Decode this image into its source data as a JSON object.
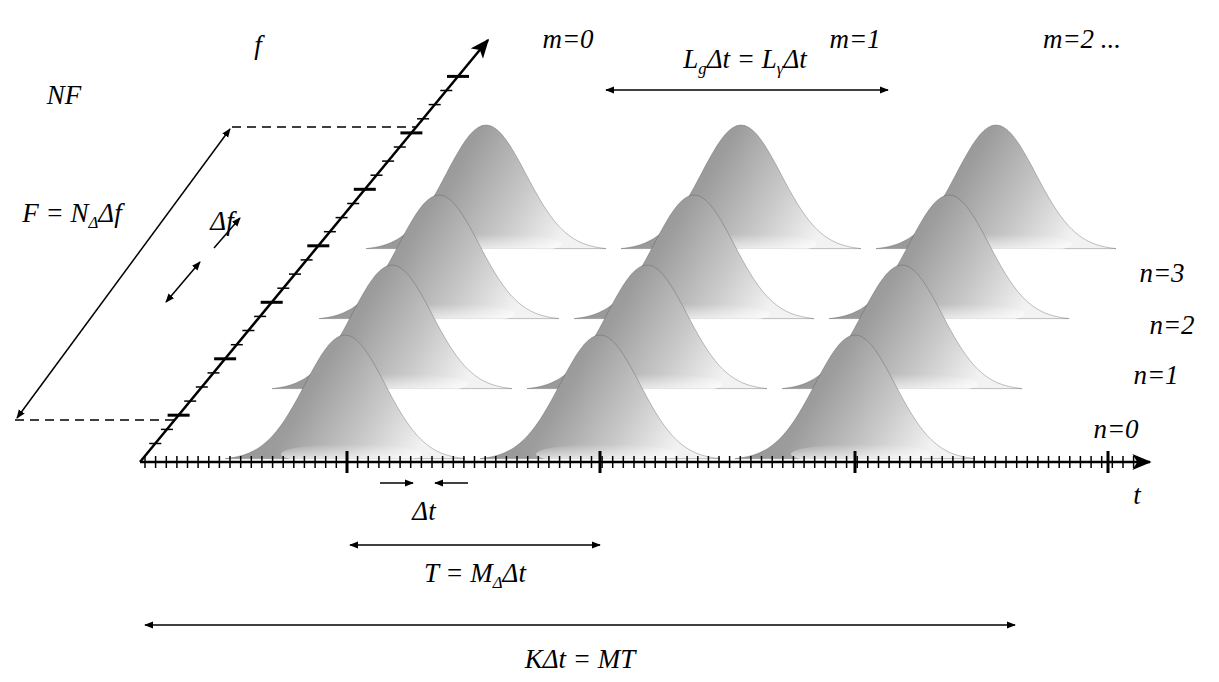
{
  "diagram": {
    "labels": [
      "f",
      "m=0",
      "m=1",
      "m=2 ...",
      "L",
      "g",
      "Δt = L",
      "γ",
      "Δt",
      "NF",
      "F = N",
      "Δ",
      "Δf",
      "Δf",
      "n=3",
      "n=2",
      "n=1",
      "n=0",
      "Δt",
      "t",
      "T = M",
      "Δ",
      "Δt",
      "KΔt = MT"
    ]
  }
}
